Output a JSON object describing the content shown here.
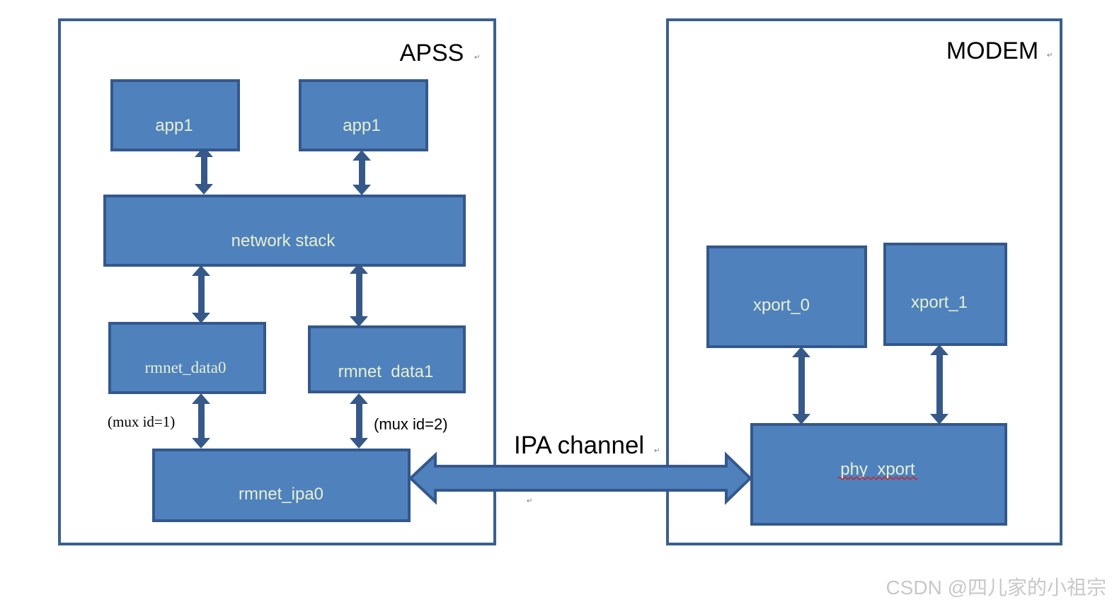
{
  "colors": {
    "frame": "#3a5f91",
    "box_fill": "#4f81bd",
    "box_stroke": "#34588c",
    "arrow": "#36598a",
    "box_text": "#e6f0ce",
    "black_text": "#000000",
    "watermark": "#c8c8c8",
    "spell_underline": "#d42020"
  },
  "apss": {
    "title": "APSS",
    "app_left": "app1",
    "app_right": "app1",
    "network_stack": "network stack",
    "rmnet_data0": "rmnet_data0",
    "rmnet_data1": "rmnet  data1",
    "rmnet_ipa0": "rmnet_ipa0",
    "mux_left": "(mux id=1)",
    "mux_right": "(mux id=2)"
  },
  "modem": {
    "title": "MODEM",
    "xport_0": "xport_0",
    "xport_1": "xport_1",
    "phy_xport": "phy  xport"
  },
  "channel": {
    "label": "IPA channel"
  },
  "watermark": "CSDN @四儿家的小祖宗",
  "paragraph_mark": "↵"
}
